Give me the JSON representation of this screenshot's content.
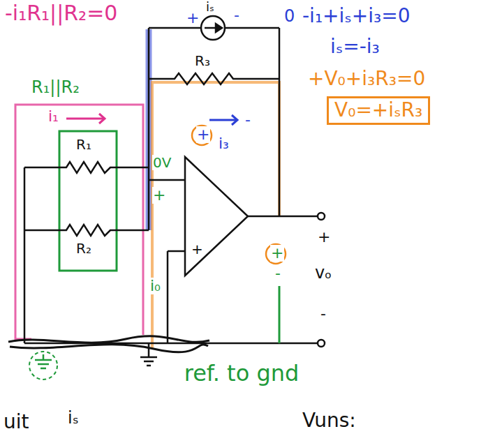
{
  "diagram": {
    "nodes": [
      {
        "text": [
          "V₀=+iₛR₃"
        ]
      }
    ],
    "labels": [
      "-i₁R₁||R₂=0",
      "iₛ",
      "+",
      "-",
      "0",
      "-i₁+iₛ+i₃=0",
      "iₛ=-i₃",
      "R₃",
      "+V₀+i₃R₃=0",
      "R₁||R₂",
      "i₁",
      "R₁",
      "+",
      "i₃",
      "-",
      "0V",
      "+",
      "R₂",
      "+",
      "i₀",
      "+",
      "vₒ",
      "-",
      "+",
      "-",
      "ref. to gnd",
      "uit",
      "iₛ",
      "Vuns:"
    ]
  }
}
